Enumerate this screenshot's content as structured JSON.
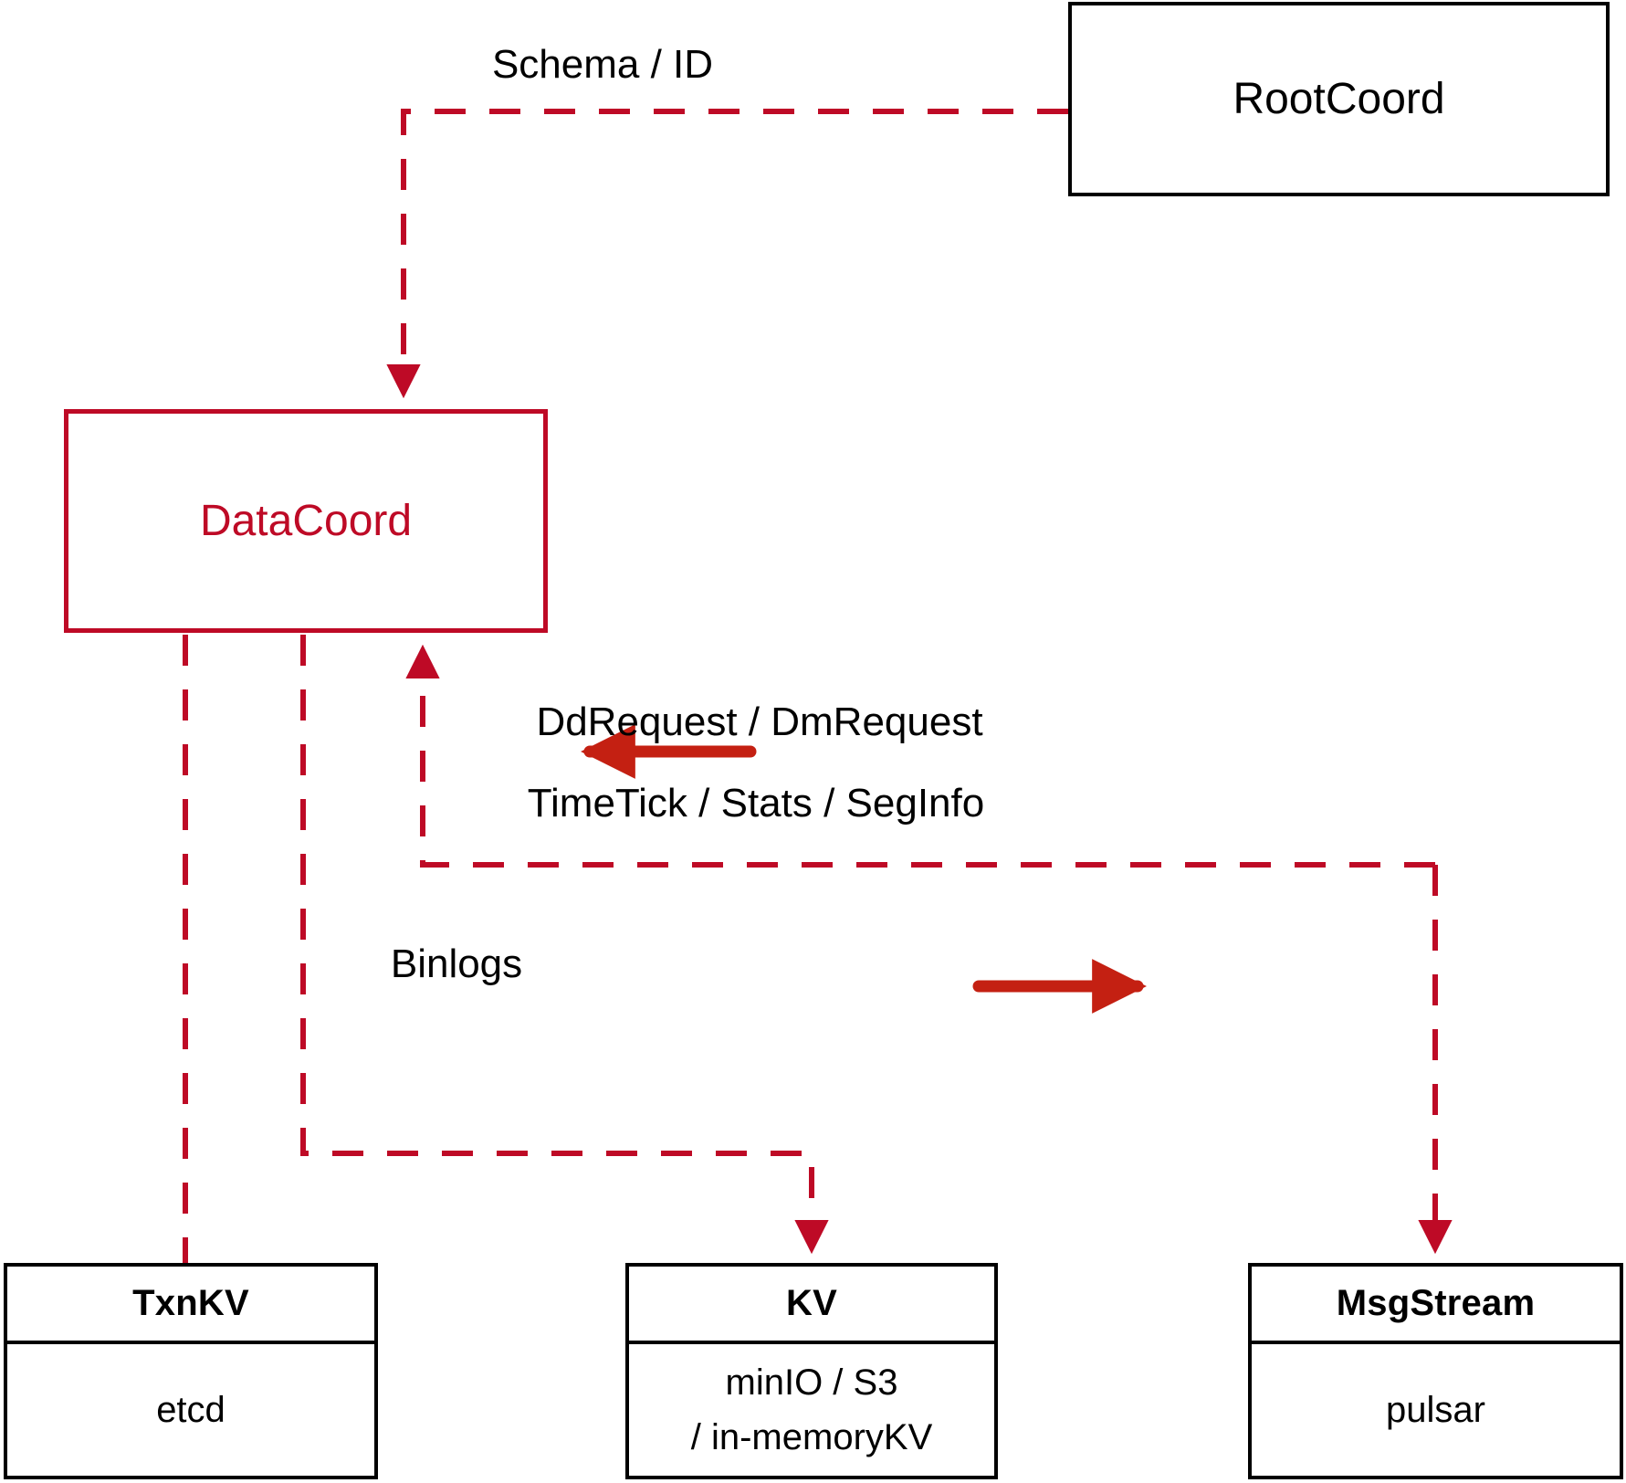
{
  "diagram": {
    "title": "DataCoord architecture",
    "colors": {
      "accent_red": "#BE0A26",
      "arrow_red": "#C42012",
      "node_black": "#000000",
      "background": "#FFFFFF"
    },
    "nodes": [
      {
        "id": "rootcoord",
        "label": "RootCoord",
        "style": "plain-black"
      },
      {
        "id": "datacoord",
        "label": "DataCoord",
        "style": "plain-red"
      },
      {
        "id": "txnkv",
        "title": "TxnKV",
        "body": [
          "etcd"
        ],
        "style": "titled-black"
      },
      {
        "id": "kv",
        "title": "KV",
        "body": [
          "minIO / S3",
          "/ in-memoryKV"
        ],
        "style": "titled-black"
      },
      {
        "id": "msgstream",
        "title": "MsgStream",
        "body": [
          "pulsar"
        ],
        "style": "titled-black"
      }
    ],
    "edge_labels": [
      {
        "id": "schema-id",
        "text": "Schema / ID"
      },
      {
        "id": "dd-dm-request",
        "text": "DdRequest / DmRequest"
      },
      {
        "id": "timetick-stats-seginfo",
        "text": "TimeTick / Stats / SegInfo"
      },
      {
        "id": "binlogs",
        "text": "Binlogs"
      }
    ],
    "edges": [
      {
        "from": "rootcoord",
        "to": "datacoord",
        "label": "Schema / ID",
        "style": "dashed",
        "direction": "to-datacoord"
      },
      {
        "from": "msgstream",
        "to": "datacoord",
        "label": "DdRequest / DmRequest",
        "style": "dashed",
        "direction": "inbound"
      },
      {
        "from": "datacoord",
        "to": "msgstream",
        "label": "TimeTick / Stats / SegInfo",
        "style": "dashed",
        "direction": "outbound"
      },
      {
        "from": "datacoord",
        "to": "kv",
        "label": "Binlogs",
        "style": "dashed",
        "direction": "to-kv"
      },
      {
        "from": "datacoord",
        "to": "txnkv",
        "label": "",
        "style": "dashed",
        "direction": "to-txnkv"
      }
    ]
  }
}
